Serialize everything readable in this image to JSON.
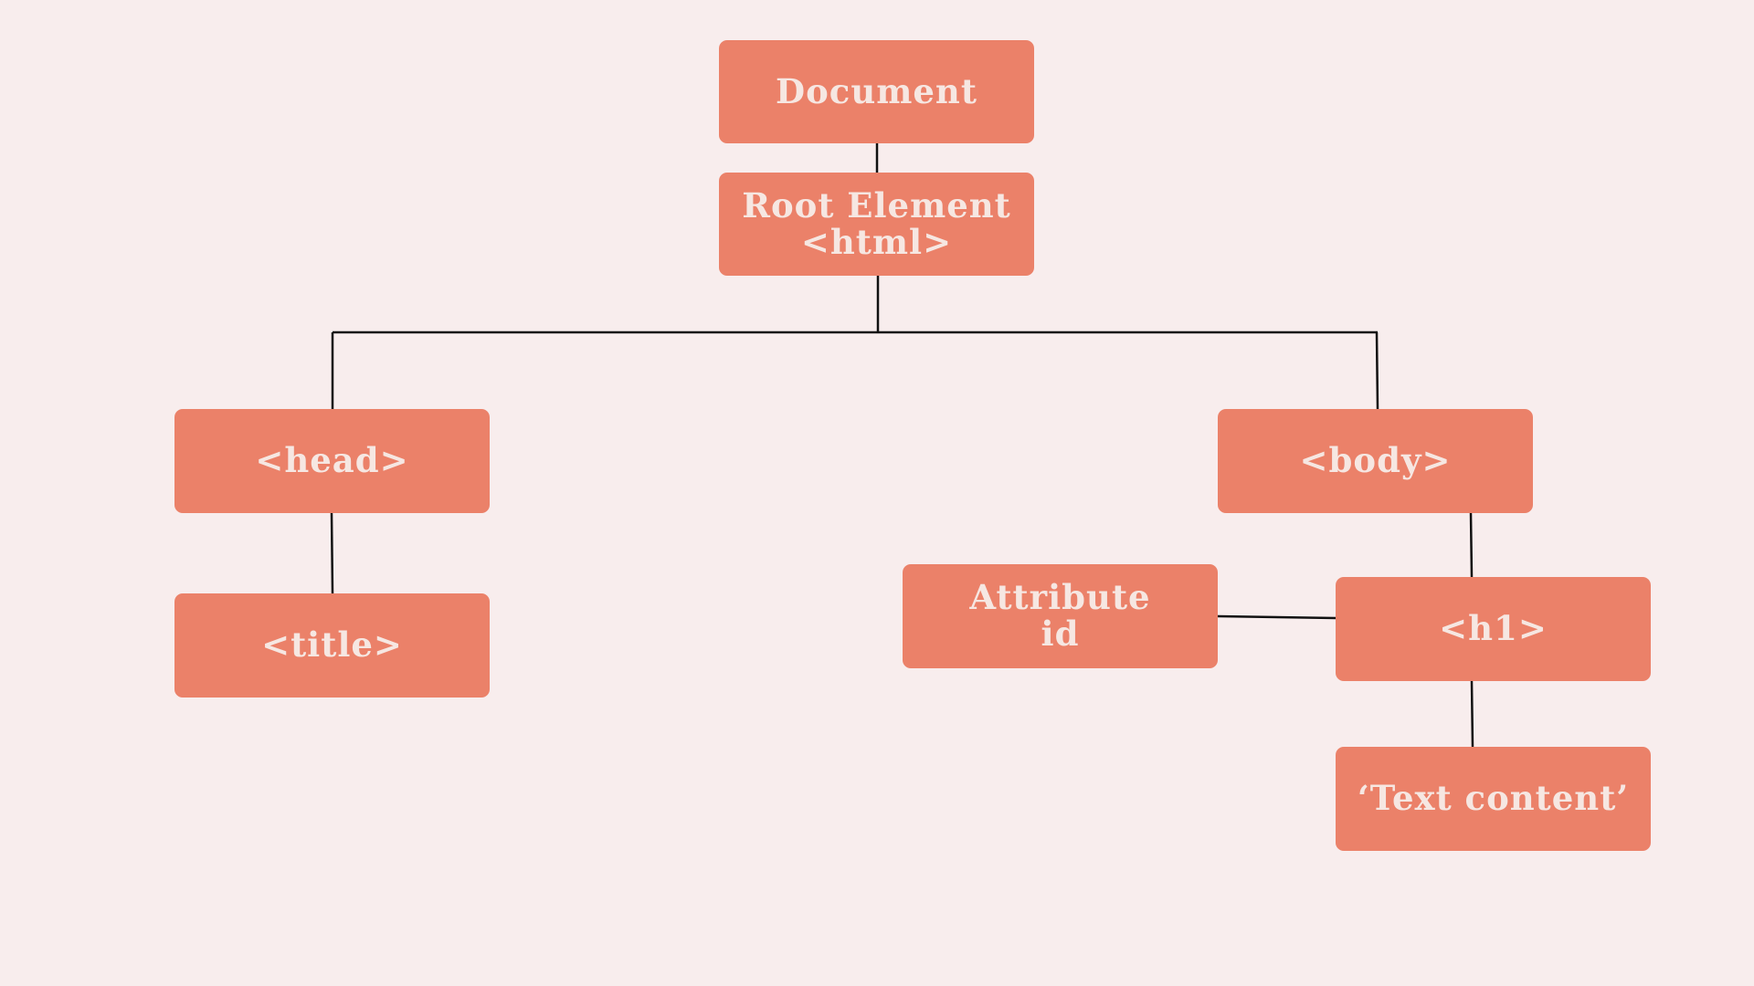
{
  "diagram": {
    "nodes": {
      "document": {
        "label": "Document"
      },
      "root": {
        "line1": "Root Element",
        "line2": "<html>"
      },
      "head": {
        "label": "<head>"
      },
      "title": {
        "label": "<title>"
      },
      "body": {
        "label": "<body>"
      },
      "attribute": {
        "line1": "Attribute",
        "line2": "id"
      },
      "h1": {
        "label": "<h1>"
      },
      "text": {
        "label": "‘Text content’"
      }
    },
    "colors": {
      "background": "#f8eded",
      "node_fill": "#eb8169",
      "node_text": "#f6e7e2",
      "connector": "#111111"
    }
  }
}
